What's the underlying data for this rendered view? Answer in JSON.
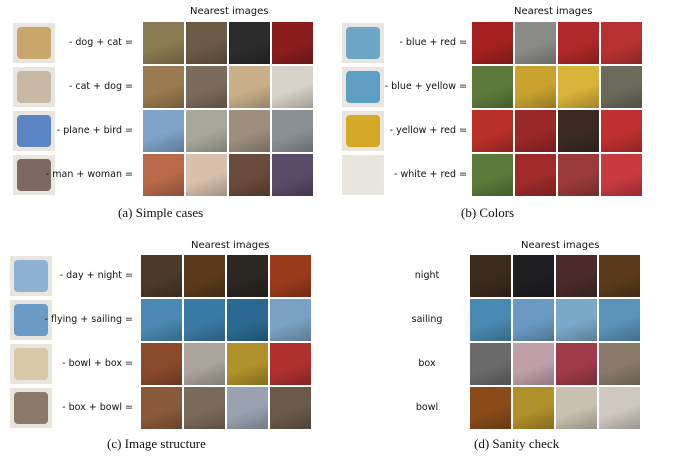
{
  "panels": [
    {
      "id": "a",
      "header": "Nearest images",
      "caption": "(a)  Simple cases",
      "rows": [
        {
          "label": "- dog + cat =",
          "query_icon": "golden-retriever-photo",
          "query_color": "#c9a66b",
          "thumbs": [
            "#8a7b52",
            "#6b5a45",
            "#2b2b2b",
            "#8b1d1d"
          ]
        },
        {
          "label": "- cat + dog =",
          "query_icon": "kitten-photo",
          "query_color": "#c8b9a4",
          "thumbs": [
            "#9a7b4f",
            "#7a6a5a",
            "#c9b089",
            "#d9d2c8"
          ]
        },
        {
          "label": "- plane + bird =",
          "query_icon": "airplane-photo",
          "query_color": "#5a86c4",
          "thumbs": [
            "#7fa3c9",
            "#a8a89a",
            "#9d8f7c",
            "#8a9094"
          ]
        },
        {
          "label": "- man + woman =",
          "query_icon": "man-portrait-photo",
          "query_color": "#7a6a62",
          "thumbs": [
            "#b86a4a",
            "#d9c0ad",
            "#6a4a3a",
            "#5a4a6a"
          ]
        }
      ]
    },
    {
      "id": "b",
      "header": "Nearest images",
      "caption": "(b)  Colors",
      "rows": [
        {
          "label": "- blue + red =",
          "query_icon": "blue-car-photo",
          "query_color": "#6ea6c8",
          "thumbs": [
            "#a42020",
            "#8a8a86",
            "#b02828",
            "#b83232"
          ]
        },
        {
          "label": "- blue + yellow =",
          "query_icon": "blue-car-photo",
          "query_color": "#5f9fc3",
          "thumbs": [
            "#5e7a3a",
            "#c9a230",
            "#d9b23a",
            "#6a6a5a"
          ]
        },
        {
          "label": "- yellow + red =",
          "query_icon": "school-bus-photo",
          "query_color": "#d4a928",
          "thumbs": [
            "#b83028",
            "#9a2828",
            "#3a2a22",
            "#c03030"
          ]
        },
        {
          "label": "- white + red =",
          "query_icon": "woman-white-dress-photo",
          "query_color": "#e8e4de",
          "thumbs": [
            "#5a7a3a",
            "#a02a2a",
            "#9a3a3a",
            "#c83a40"
          ]
        }
      ]
    },
    {
      "id": "c",
      "header": "Nearest images",
      "caption": "(c)  Image structure",
      "rows": [
        {
          "label": "- day + night =",
          "query_icon": "taj-mahal-photo",
          "query_color": "#8fb2d4",
          "thumbs": [
            "#4a3a2a",
            "#5a3a1a",
            "#2a2622",
            "#9a3a1a"
          ]
        },
        {
          "label": "- flying + sailing =",
          "query_icon": "airplane-photo",
          "query_color": "#6a9ac6",
          "thumbs": [
            "#4a8ab2",
            "#3a7aa6",
            "#2a6a92",
            "#7aa2c2"
          ]
        },
        {
          "label": "- bowl + box =",
          "query_icon": "kittens-in-bowl-photo",
          "query_color": "#d9c7a8",
          "thumbs": [
            "#8a4a2a",
            "#aaa49a",
            "#b0902a",
            "#b03030"
          ]
        },
        {
          "label": "- box + bowl =",
          "query_icon": "cat-in-box-photo",
          "query_color": "#8a7a6a",
          "thumbs": [
            "#8a5a3a",
            "#7a6a5a",
            "#9aa2b2",
            "#6a5a4a"
          ]
        }
      ]
    },
    {
      "id": "d",
      "header": "Nearest images",
      "caption": "(d)  Sanity check",
      "rows": [
        {
          "label": "night",
          "thumbs": [
            "#3a2a1a",
            "#1e1e22",
            "#4a2a2a",
            "#5a3a1a"
          ]
        },
        {
          "label": "sailing",
          "thumbs": [
            "#4a8ab2",
            "#6a9ac2",
            "#7aa8c8",
            "#5a92b8"
          ]
        },
        {
          "label": "box",
          "thumbs": [
            "#6a6a6a",
            "#c0a0a8",
            "#a03a4a",
            "#8a7a6a"
          ]
        },
        {
          "label": "bowl",
          "thumbs": [
            "#8a4a1a",
            "#b0902a",
            "#c8c0b0",
            "#d0c8c0"
          ]
        }
      ]
    }
  ]
}
